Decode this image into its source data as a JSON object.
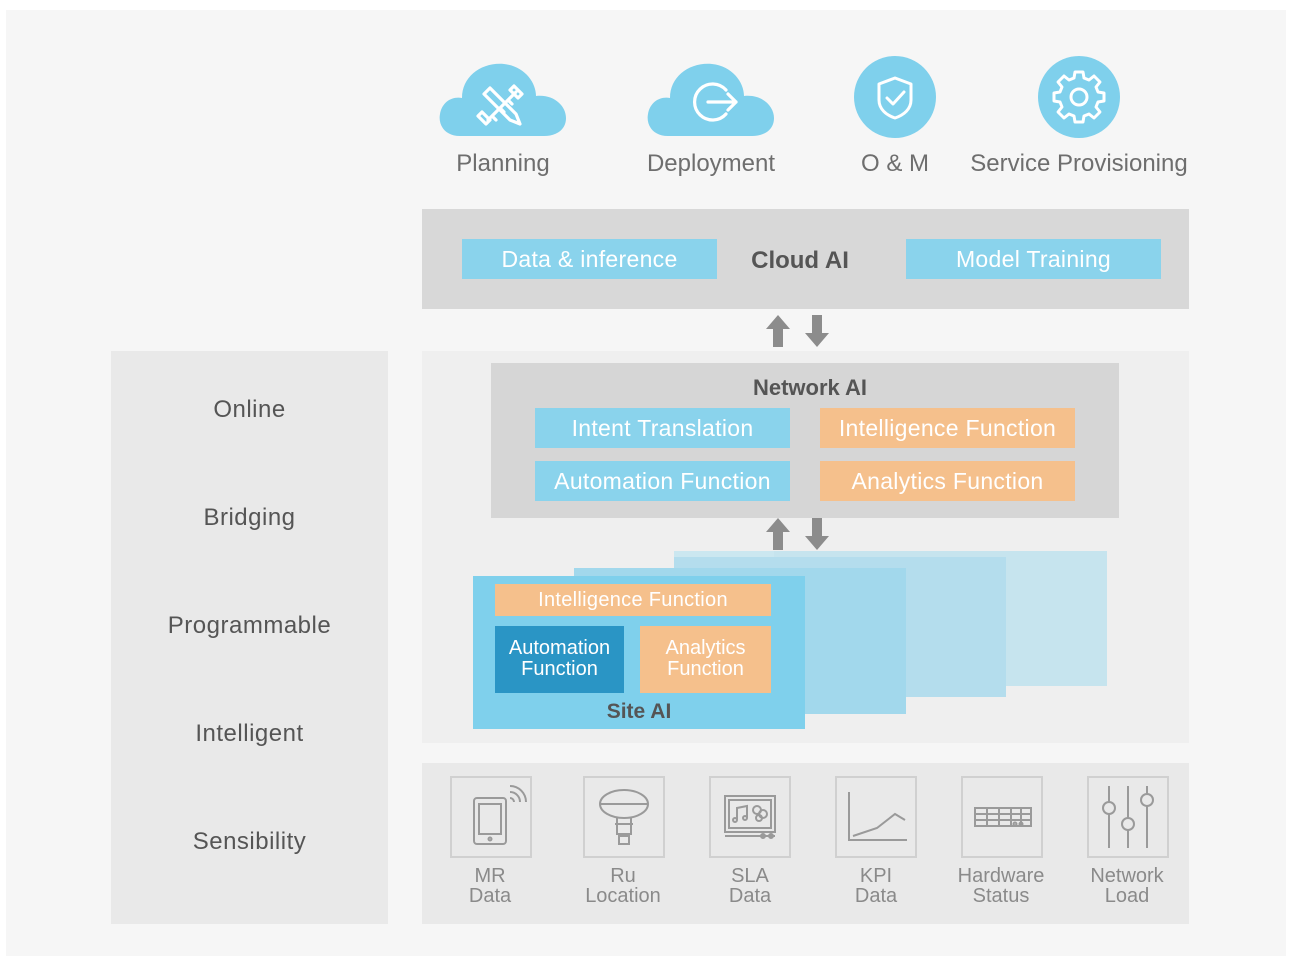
{
  "services": [
    {
      "label": "Planning",
      "icon": "pencil-ruler-cloud-icon"
    },
    {
      "label": "Deployment",
      "icon": "deploy-arrow-cloud-icon"
    },
    {
      "label": "O & M",
      "icon": "shield-check-icon"
    },
    {
      "label": "Service Provisioning",
      "icon": "gear-icon"
    }
  ],
  "cloud_ai": {
    "title": "Cloud AI",
    "left_box": "Data & inference",
    "right_box": "Model Training"
  },
  "network_ai": {
    "title": "Network AI",
    "intent": "Intent Translation",
    "intelligence": "Intelligence Function",
    "automation": "Automation Function",
    "analytics": "Analytics Function"
  },
  "site_ai": {
    "title": "Site AI",
    "intelligence": "Intelligence Function",
    "automation_line1": "Automation",
    "automation_line2": "Function",
    "analytics_line1": "Analytics",
    "analytics_line2": "Function"
  },
  "layers": [
    "Online",
    "Bridging",
    "Programmable",
    "Intelligent",
    "Sensibility"
  ],
  "sensors": [
    {
      "line1": "MR",
      "line2": "Data",
      "icon": "tablet-signal-icon"
    },
    {
      "line1": "Ru",
      "line2": "Location",
      "icon": "radio-unit-icon"
    },
    {
      "line1": "SLA",
      "line2": "Data",
      "icon": "media-screen-icon"
    },
    {
      "line1": "KPI",
      "line2": "Data",
      "icon": "line-chart-icon"
    },
    {
      "line1": "Hardware",
      "line2": "Status",
      "icon": "hardware-board-icon"
    },
    {
      "line1": "Network",
      "line2": "Load",
      "icon": "sliders-icon"
    }
  ],
  "colors": {
    "blue": "#8ad3ec",
    "dark_blue": "#2a95c5",
    "orange": "#f5c08c",
    "arrow": "#8c8c8c"
  }
}
